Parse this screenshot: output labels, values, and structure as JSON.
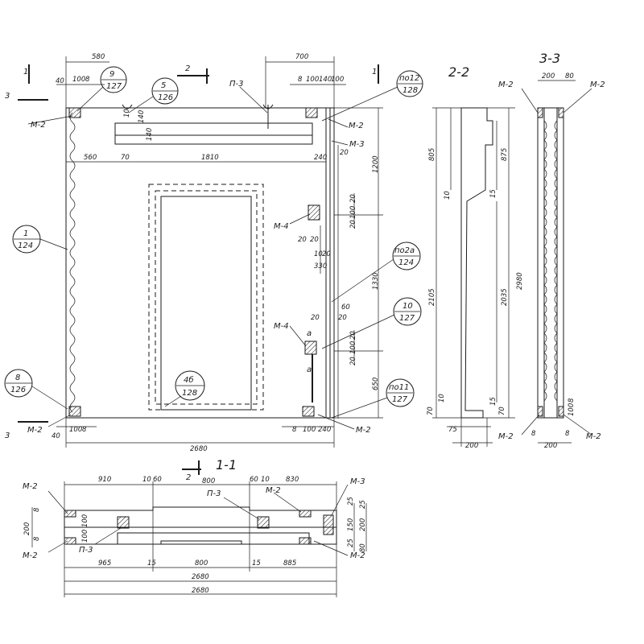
{
  "sections": {
    "s11": "1-1",
    "s22": "2-2",
    "s33": "3-3"
  },
  "markers": {
    "sec1": "1",
    "sec2": "2",
    "sec3": "3",
    "a": "а"
  },
  "elements": {
    "m2": "М-2",
    "m3": "М-3",
    "m4": "М-4",
    "p3": "П-3"
  },
  "callouts": [
    {
      "top": "9",
      "bottom": "127"
    },
    {
      "top": "5",
      "bottom": "126"
    },
    {
      "top": "по12",
      "bottom": "128"
    },
    {
      "top": "1",
      "bottom": "124"
    },
    {
      "top": "по2а",
      "bottom": "124"
    },
    {
      "top": "10",
      "bottom": "127"
    },
    {
      "top": "8",
      "bottom": "126"
    },
    {
      "top": "4б",
      "bottom": "128"
    },
    {
      "top": "по11",
      "bottom": "127"
    }
  ],
  "dims": {
    "d580": "580",
    "d700": "700",
    "d40": "40",
    "d100": "100",
    "d8": "8",
    "d140": "140",
    "d560": "560",
    "d70": "70",
    "d1810": "1810",
    "d240": "240",
    "d20": "20",
    "d1200": "1200",
    "d1330": "1330",
    "d650": "650",
    "d60": "60",
    "d330": "330",
    "d10": "10",
    "d2680": "2680",
    "d805": "805",
    "d875": "875",
    "d2105": "2105",
    "d2035": "2035",
    "d2980": "2980",
    "d15": "15",
    "d75": "75",
    "d200": "200",
    "d80": "80",
    "d910": "910",
    "d800": "800",
    "d830": "830",
    "d965": "965",
    "d885": "885",
    "d25": "25",
    "d150": "150",
    "d100_100": "100 100"
  }
}
